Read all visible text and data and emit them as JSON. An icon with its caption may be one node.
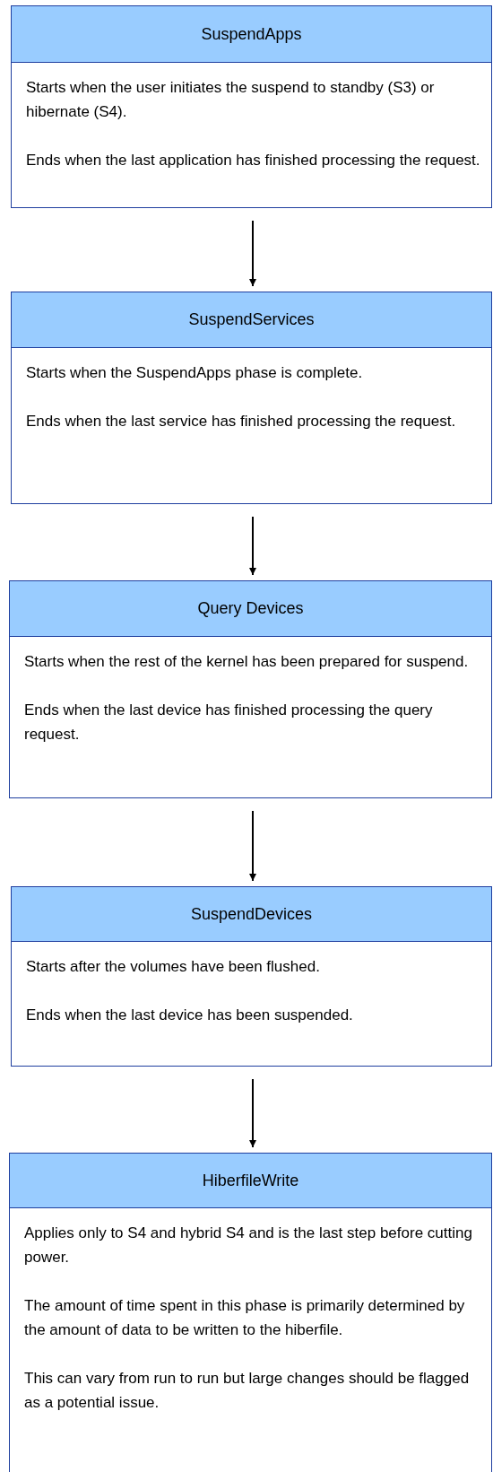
{
  "diagram": {
    "nodes": [
      {
        "text": [
          "SuspendApps",
          "Starts when the user initiates the suspend to standby (S3) or hibernate (S4).",
          "Ends when the last application has finished processing the request."
        ]
      },
      {
        "text": [
          "SuspendServices",
          "Starts when the SuspendApps phase is complete.",
          "Ends when the last service has finished processing the request."
        ]
      },
      {
        "text": [
          "Query Devices",
          "Starts when the rest of the kernel has been prepared for suspend.",
          "Ends when the last device has finished processing the query request."
        ]
      },
      {
        "text": [
          "SuspendDevices",
          "Starts after the volumes have been flushed.",
          "Ends when the last device has been suspended."
        ]
      },
      {
        "text": [
          "HiberfileWrite",
          "Applies only to S4 and hybrid S4 and is the last step before cutting power.",
          "The amount of time spent in this phase is primarily determined by the amount of data to be written to the hiberfile.",
          "This can vary from run to run but large changes should be flagged as a potential issue."
        ]
      }
    ],
    "edges": [
      {
        "from": 0,
        "to": 1,
        "arrow": "to"
      },
      {
        "from": 1,
        "to": 2,
        "arrow": "to"
      },
      {
        "from": 2,
        "to": 3,
        "arrow": "to"
      },
      {
        "from": 3,
        "to": 4,
        "arrow": "to"
      }
    ]
  }
}
